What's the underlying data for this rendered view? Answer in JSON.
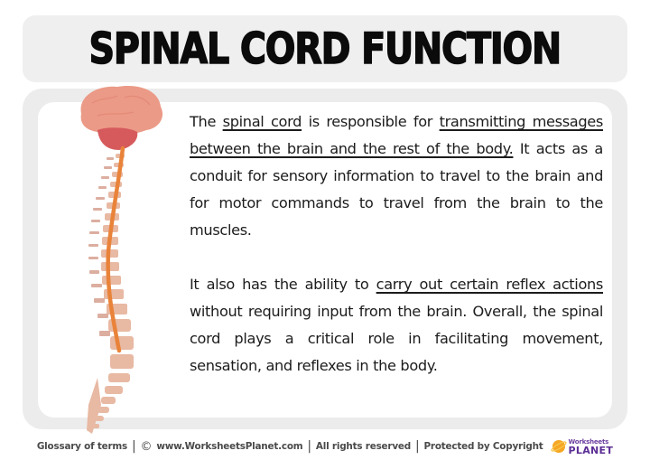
{
  "header": {
    "title": "SPINAL CORD FUNCTION"
  },
  "illustration": {
    "icon": "brain-and-spine-icon",
    "colors": {
      "brain": "#eb9a87",
      "cerebellum": "#d65a5c",
      "cord": "#e9833a",
      "vertebrae": "#e8b9a3"
    }
  },
  "content": {
    "paragraph1": {
      "t1": "The ",
      "u1": "spinal cord",
      "t2": " is responsible for ",
      "u2": "transmitting messages between the brain and the rest of the body.",
      "t3": " It acts as a conduit for sensory information to travel to the brain and for motor commands to travel from the brain to the muscles."
    },
    "paragraph2": {
      "t1": "It also has the ability to ",
      "u1": "carry out certain reflex actions",
      "t2": " without requiring input from the brain. Overall, the spinal cord plays a critical role in facilitating movement, sensation, and reflexes in the body."
    }
  },
  "footer": {
    "glossary": "Glossary of terms",
    "separator": "|",
    "copyright_symbol": "©",
    "website": "www.WorksheetsPlanet.com",
    "rights": "All rights reserved",
    "protected": "Protected by Copyright",
    "logo_small": "Worksheets",
    "logo_big": "PLANET"
  }
}
